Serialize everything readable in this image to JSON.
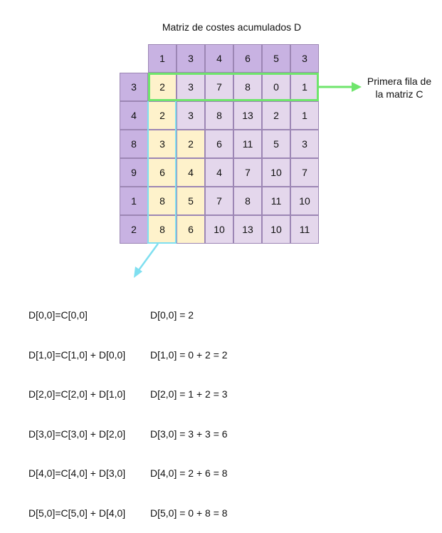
{
  "title": "Matriz de costes acumulados D",
  "header_row": [
    "1",
    "3",
    "4",
    "6",
    "5",
    "3"
  ],
  "header_col": [
    "3",
    "4",
    "8",
    "9",
    "1",
    "2"
  ],
  "rows": [
    [
      "2",
      "3",
      "7",
      "8",
      "0",
      "1"
    ],
    [
      "2",
      "3",
      "8",
      "13",
      "2",
      "1"
    ],
    [
      "3",
      "2",
      "6",
      "11",
      "5",
      "3"
    ],
    [
      "6",
      "4",
      "4",
      "7",
      "10",
      "7"
    ],
    [
      "8",
      "5",
      "7",
      "8",
      "11",
      "10"
    ],
    [
      "8",
      "6",
      "10",
      "13",
      "10",
      "11"
    ]
  ],
  "highlight_cells": [
    [
      0,
      0
    ],
    [
      1,
      0
    ],
    [
      2,
      0
    ],
    [
      3,
      0
    ],
    [
      4,
      0
    ],
    [
      5,
      0
    ],
    [
      2,
      1
    ],
    [
      3,
      1
    ],
    [
      4,
      1
    ],
    [
      5,
      1
    ]
  ],
  "label_c": [
    "Primera fila de",
    "la matriz C"
  ],
  "formulas_left": [
    "D[0,0]=C[0,0]",
    "D[1,0]=C[1,0] + D[0,0]",
    "D[2,0]=C[2,0] + D[1,0]",
    "D[3,0]=C[3,0] + D[2,0]",
    "D[4,0]=C[4,0] + D[3,0]",
    "D[5,0]=C[5,0] + D[4,0]"
  ],
  "formulas_right": [
    "D[0,0] = 2",
    "D[1,0] = 0 + 2 = 2",
    "D[2,0] = 1 + 2 = 3",
    "D[3,0] = 3 + 3 = 6",
    "D[4,0] = 2 + 6 = 8",
    "D[5,0] = 0 + 8 = 8"
  ],
  "colors": {
    "header": "#c8b2e2",
    "body": "#e4d7ec",
    "highlight": "#fef2cb",
    "green_box": "#6fe56c",
    "cyan_box": "#7fdff0"
  }
}
